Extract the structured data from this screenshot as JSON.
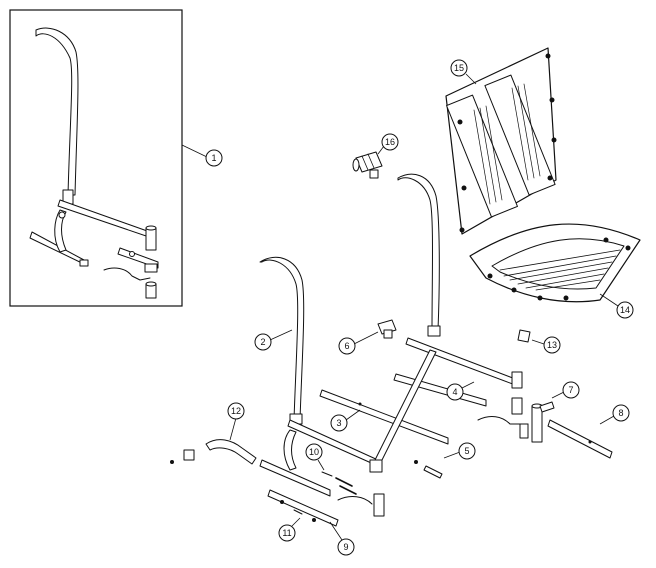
{
  "diagram": {
    "callouts": [
      "1",
      "2",
      "3",
      "4",
      "5",
      "6",
      "8",
      "9",
      "10",
      "11",
      "12",
      "13",
      "14",
      "15",
      "16"
    ],
    "callout_7": "7"
  }
}
